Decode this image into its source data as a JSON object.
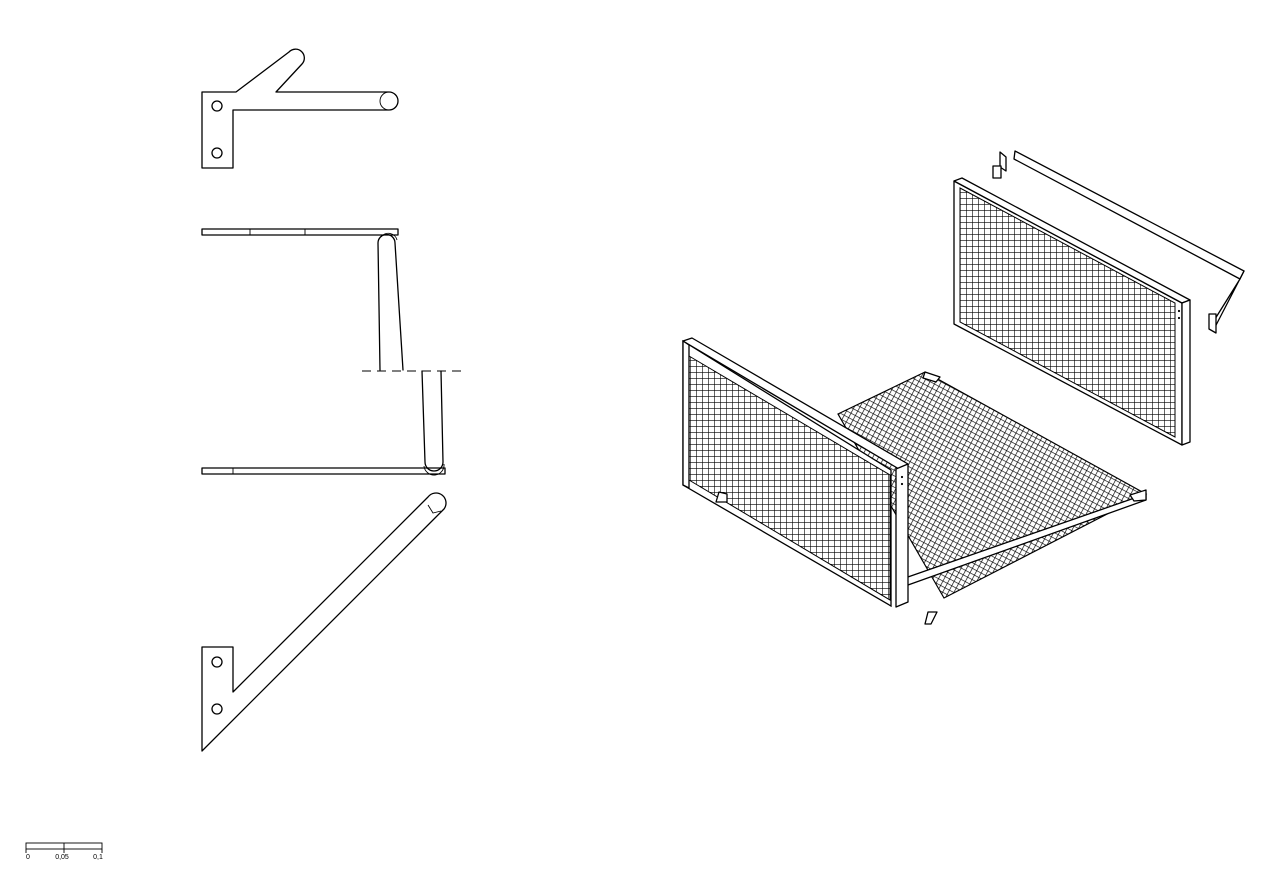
{
  "scale_bar": {
    "labels": [
      "0",
      "0,05",
      "0,1"
    ]
  },
  "colors": {
    "ink": "#000000",
    "paper": "#ffffff"
  }
}
